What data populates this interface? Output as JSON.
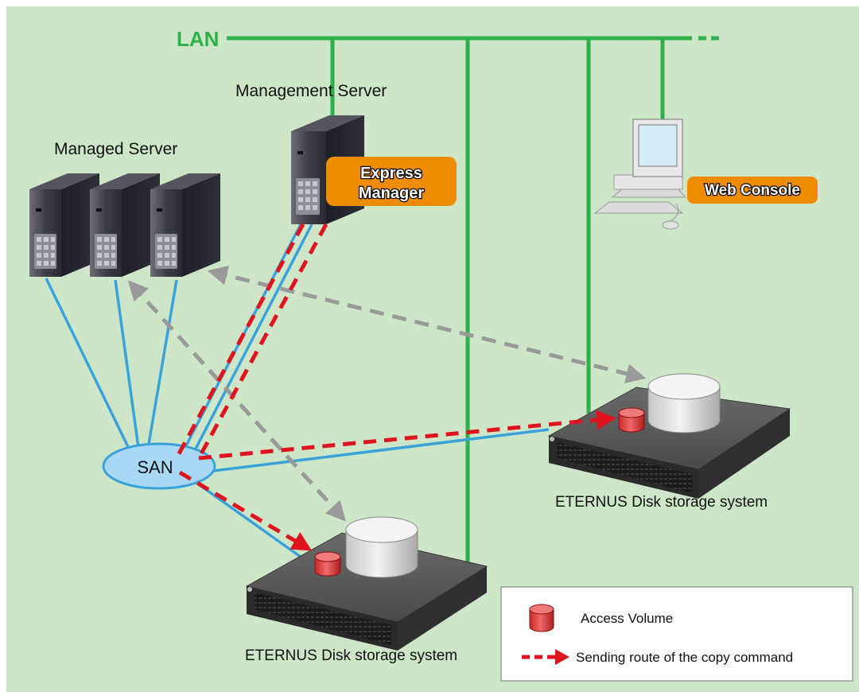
{
  "labels": {
    "lan": "LAN",
    "lan_continuation": "…",
    "management_server": "Management Server",
    "managed_server": "Managed Server",
    "express_manager_line1": "Express",
    "express_manager_line2": "Manager",
    "web_console": "Web Console",
    "san": "SAN",
    "storage_right": "ETERNUS Disk storage system",
    "storage_bottom": "ETERNUS Disk storage system"
  },
  "legend": {
    "access_volume": "Access Volume",
    "copy_route": "Sending route of the copy command"
  },
  "colors": {
    "background": "#cde6c8",
    "lan": "#2fb04a",
    "san_link": "#3aa3dc",
    "copy_route": "#e0141e",
    "access_path": "#9a9a9a",
    "badge": "#f08c00",
    "access_volume": "#e03a3a"
  }
}
